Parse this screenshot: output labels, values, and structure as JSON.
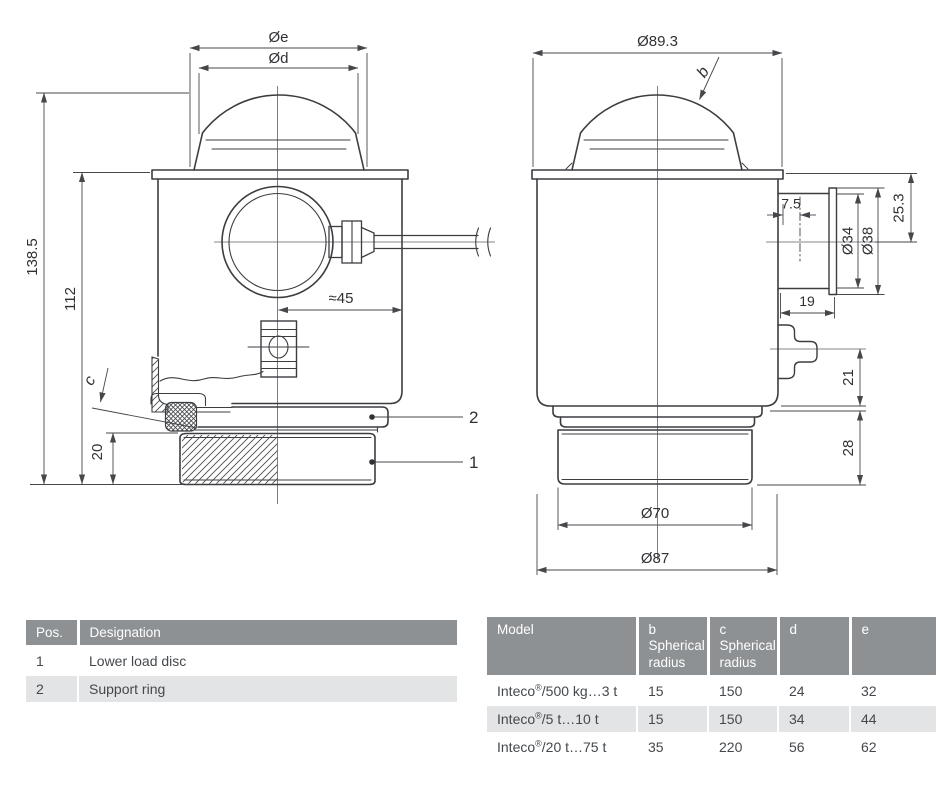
{
  "colors": {
    "line": "#3B3D41",
    "table_header_bg": "#8D9194",
    "table_header_text": "#FFFFFF",
    "table_row_alt_bg": "#E3E4E5",
    "table_text": "#44484D"
  },
  "drawing": {
    "front_view": {
      "dim_top_outer": "Øe",
      "dim_top_inner": "Ød",
      "dim_total_height": "138.5",
      "dim_body_height": "112",
      "dim_disc_height": "20",
      "dim_cable_offset": "≈45",
      "label_radius_c": "c",
      "callout_support_ring": "2",
      "callout_lower_disc": "1"
    },
    "side_view": {
      "dim_top_diameter": "Ø89.3",
      "label_radius_b": "b",
      "dim_stub_offset": "7.5",
      "dim_stub_height": "25.3",
      "dim_plate_inner": "Ø34",
      "dim_plate_outer": "Ø38",
      "dim_stub_length": "19",
      "dim_bracket_height": "21",
      "dim_base_height": "28",
      "dim_disc_diameter": "Ø70",
      "dim_body_diameter": "Ø87"
    }
  },
  "parts_table": {
    "headers": [
      "Pos.",
      "Designation"
    ],
    "rows": [
      {
        "pos": "1",
        "designation": "Lower load disc"
      },
      {
        "pos": "2",
        "designation": "Support ring"
      }
    ]
  },
  "model_table": {
    "headers": {
      "model": "Model",
      "b": "b\nSpherical\nradius",
      "c": "c\nSpherical\nradius",
      "d": "d",
      "e": "e"
    },
    "rows": [
      {
        "brand": "Inteco",
        "reg": "®",
        "range": "/500 kg…3 t",
        "b": "15",
        "c": "150",
        "d": "24",
        "e": "32"
      },
      {
        "brand": "Inteco",
        "reg": "®",
        "range": "/5 t…10 t",
        "b": "15",
        "c": "150",
        "d": "34",
        "e": "44"
      },
      {
        "brand": "Inteco",
        "reg": "®",
        "range": "/20 t…75 t",
        "b": "35",
        "c": "220",
        "d": "56",
        "e": "62"
      }
    ]
  }
}
